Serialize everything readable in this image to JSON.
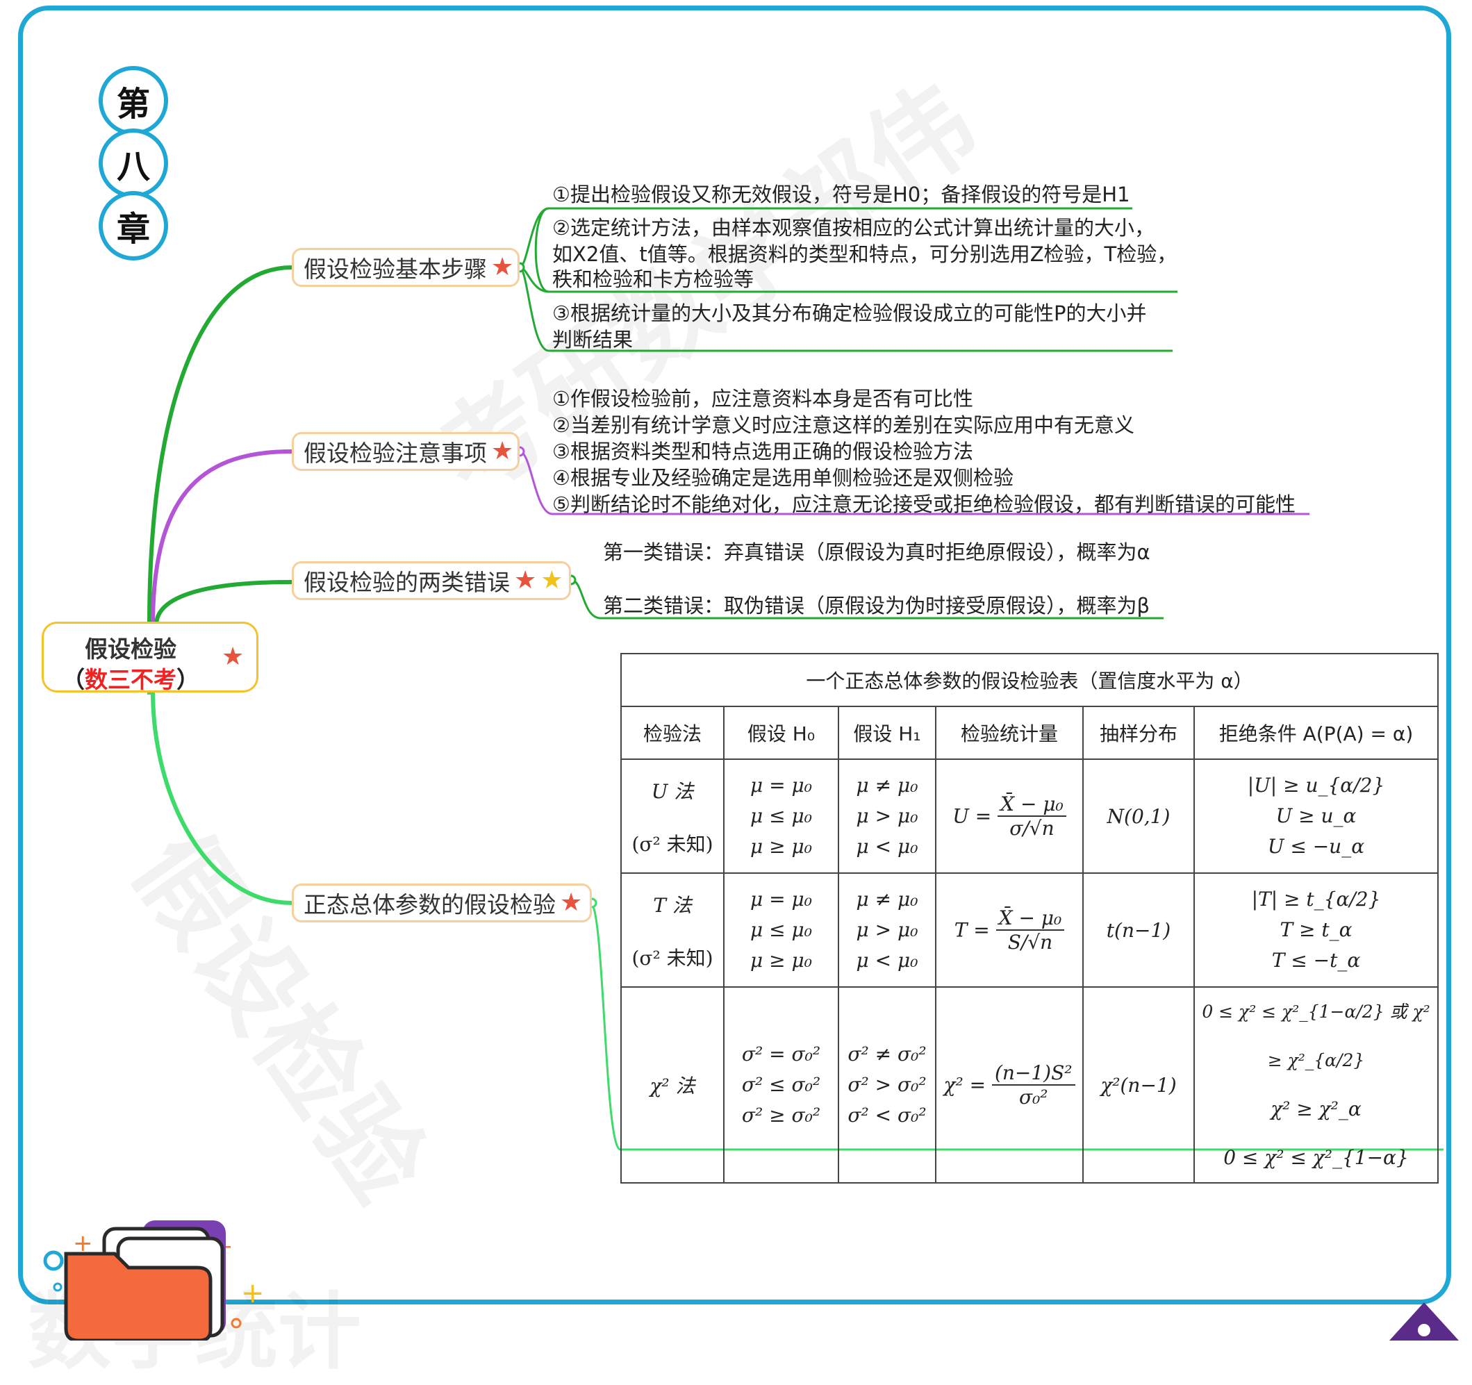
{
  "chapter": [
    "第",
    "八",
    "章"
  ],
  "root": {
    "title": "假设检验",
    "note_open": "（",
    "note": "数三不考",
    "note_close": "）"
  },
  "branches": [
    {
      "label": "假设检验基本步骤"
    },
    {
      "label": "假设检验注意事项"
    },
    {
      "label": "假设检验的两类错误"
    },
    {
      "label": "正态总体参数的假设检验"
    }
  ],
  "steps": [
    "①提出检验假设又称无效假设，符号是H0；备择假设的符号是H1",
    "②选定统计方法，由样本观察值按相应的公式计算出统计量的大小，",
    "如X2值、t值等。根据资料的类型和特点，可分别选用Z检验，T检验，",
    "秩和检验和卡方检验等",
    "③根据统计量的大小及其分布确定检验假设成立的可能性P的大小并",
    "判断结果"
  ],
  "notes": [
    "①作假设检验前，应注意资料本身是否有可比性",
    "②当差别有统计学意义时应注意这样的差别在实际应用中有无意义",
    "③根据资料类型和特点选用正确的假设检验方法",
    "④根据专业及经验确定是选用单侧检验还是双侧检验",
    "⑤判断结论时不能绝对化，应注意无论接受或拒绝检验假设，都有判断错误的可能性"
  ],
  "errors": [
    "第一类错误：弃真错误（原假设为真时拒绝原假设），概率为α",
    "第二类错误：取伪错误（原假设为伪时接受原假设），概率为β"
  ],
  "table": {
    "caption": "一个正态总体参数的假设检验表（置信度水平为 α）",
    "headers": [
      "检验法",
      "假设 H₀",
      "假设 H₁",
      "检验统计量",
      "抽样分布",
      "拒绝条件 A(P(A) = α)"
    ],
    "rows": [
      {
        "method": "U 法",
        "cond": "(σ² 未知)",
        "h0": [
          "μ = μ₀",
          "μ ≤ μ₀",
          "μ ≥ μ₀"
        ],
        "h1": [
          "μ ≠ μ₀",
          "μ > μ₀",
          "μ < μ₀"
        ],
        "stat_lhs": "U =",
        "stat_num": "X̄ − μ₀",
        "stat_den": "σ/√n",
        "dist": "N(0,1)",
        "reject": [
          "|U| ≥ u_{α/2}",
          "U ≥ u_α",
          "U ≤ −u_α"
        ]
      },
      {
        "method": "T 法",
        "cond": "(σ² 未知)",
        "h0": [
          "μ = μ₀",
          "μ ≤ μ₀",
          "μ ≥ μ₀"
        ],
        "h1": [
          "μ ≠ μ₀",
          "μ > μ₀",
          "μ < μ₀"
        ],
        "stat_lhs": "T =",
        "stat_num": "X̄ − μ₀",
        "stat_den": "S/√n",
        "dist": "t(n−1)",
        "reject": [
          "|T| ≥ t_{α/2}",
          "T ≥ t_α",
          "T ≤ −t_α"
        ]
      },
      {
        "method": "χ² 法",
        "cond": "",
        "h0": [
          "σ² = σ₀²",
          "σ² ≤ σ₀²",
          "σ² ≥ σ₀²"
        ],
        "h1": [
          "σ² ≠ σ₀²",
          "σ² > σ₀²",
          "σ² < σ₀²"
        ],
        "stat_lhs": "χ² =",
        "stat_num": "(n−1)S²",
        "stat_den": "σ₀²",
        "dist": "χ²(n−1)",
        "reject": [
          "0 ≤ χ² ≤ χ²_{1−α/2} 或 χ² ≥ χ²_{α/2}",
          "χ² ≥ χ²_α",
          "0 ≤ χ² ≤ χ²_{1−α}"
        ]
      }
    ]
  },
  "watermark": [
    "考研数学部伟",
    "假设检验",
    "数学统计"
  ],
  "colors": {
    "frame": "#1fa8d6",
    "branch_green": "#22aa33",
    "branch_purple": "#b455d8",
    "star_red": "#e7533d",
    "star_gold": "#f2c21a",
    "root_note": "#ee2222"
  },
  "icons": [
    "star-icon",
    "folder-icon",
    "corner-triangle-icon"
  ]
}
